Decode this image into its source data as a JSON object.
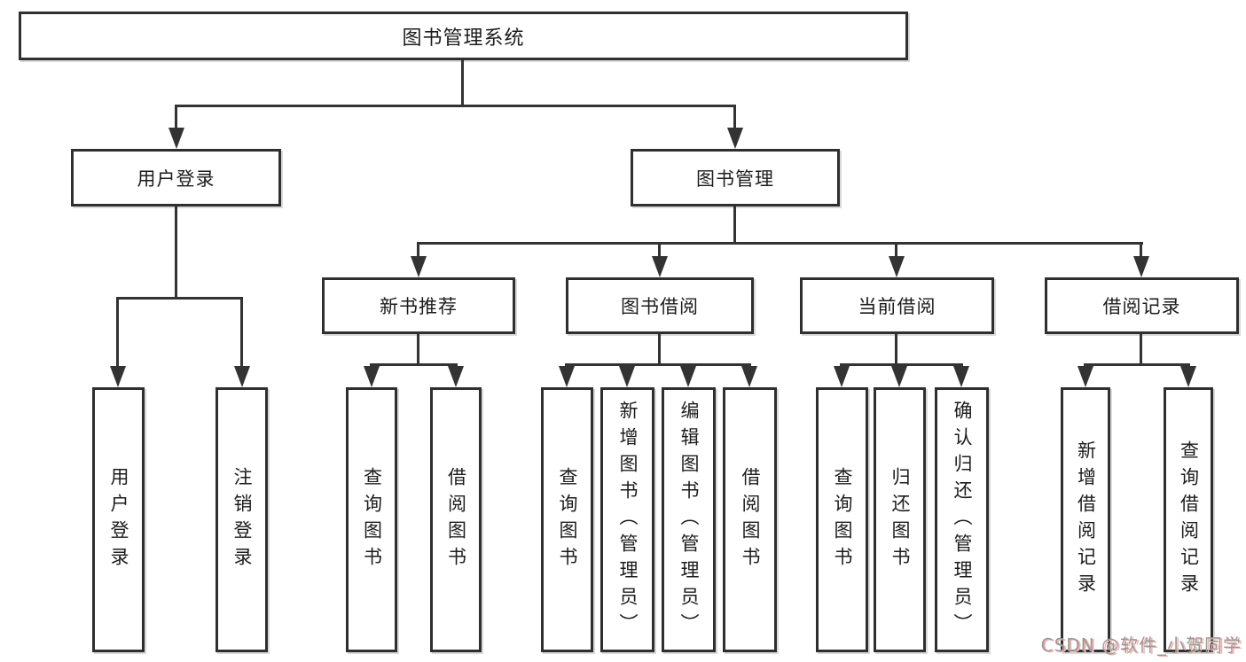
{
  "diagram": {
    "root": {
      "label": "图书管理系统"
    },
    "level2": [
      {
        "label": "用户登录"
      },
      {
        "label": "图书管理"
      }
    ],
    "level3": [
      {
        "label": "新书推荐"
      },
      {
        "label": "图书借阅"
      },
      {
        "label": "当前借阅"
      },
      {
        "label": "借阅记录"
      }
    ],
    "leaves_user_login": [
      "用户登录",
      "注销登录"
    ],
    "leaves_new_book": [
      "查询图书",
      "借阅图书"
    ],
    "leaves_book_borrow": [
      "查询图书",
      "新增图书（管理员）",
      "编辑图书（管理员）",
      "借阅图书"
    ],
    "leaves_current_borrow": [
      "查询图书",
      "归还图书",
      "确认归还（管理员）"
    ],
    "leaves_borrow_records": [
      "新增借阅记录",
      "查询借阅记录"
    ]
  },
  "watermark": {
    "text": "CSDN @软件_小贺同学"
  },
  "colors": {
    "line": "#333333",
    "border": "#2f2f2f",
    "text": "#1c1c1c",
    "bg": "#ffffff",
    "watermark": "#9a9a9a",
    "watermark_shadow": "#f3b3ae"
  }
}
